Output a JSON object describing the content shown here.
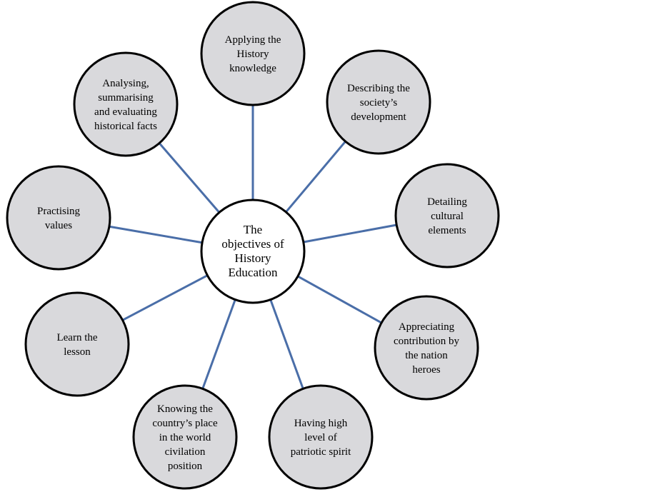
{
  "center": {
    "lines": [
      "The",
      "objectives of",
      "History",
      "Education"
    ]
  },
  "nodes": [
    {
      "lines": [
        "Applying the",
        "History",
        "knowledge"
      ]
    },
    {
      "lines": [
        "Describing the",
        "society’s",
        "development"
      ]
    },
    {
      "lines": [
        "Detailing",
        "cultural",
        "elements"
      ]
    },
    {
      "lines": [
        "Appreciating",
        "contribution by",
        "the nation",
        "heroes"
      ]
    },
    {
      "lines": [
        "Having high",
        "level of",
        "patriotic spirit"
      ]
    },
    {
      "lines": [
        "Knowing the",
        "country’s place",
        "in the world",
        "civilation",
        "position"
      ]
    },
    {
      "lines": [
        "Learn the",
        "lesson"
      ]
    },
    {
      "lines": [
        "Practising",
        "values"
      ]
    },
    {
      "lines": [
        "Analysing,",
        "summarising",
        "and evaluating",
        "historical facts"
      ]
    }
  ],
  "colors": {
    "connector": "#4a6ea8",
    "node_fill": "#d9d9dc",
    "stroke": "#000000",
    "center_fill": "#ffffff"
  }
}
